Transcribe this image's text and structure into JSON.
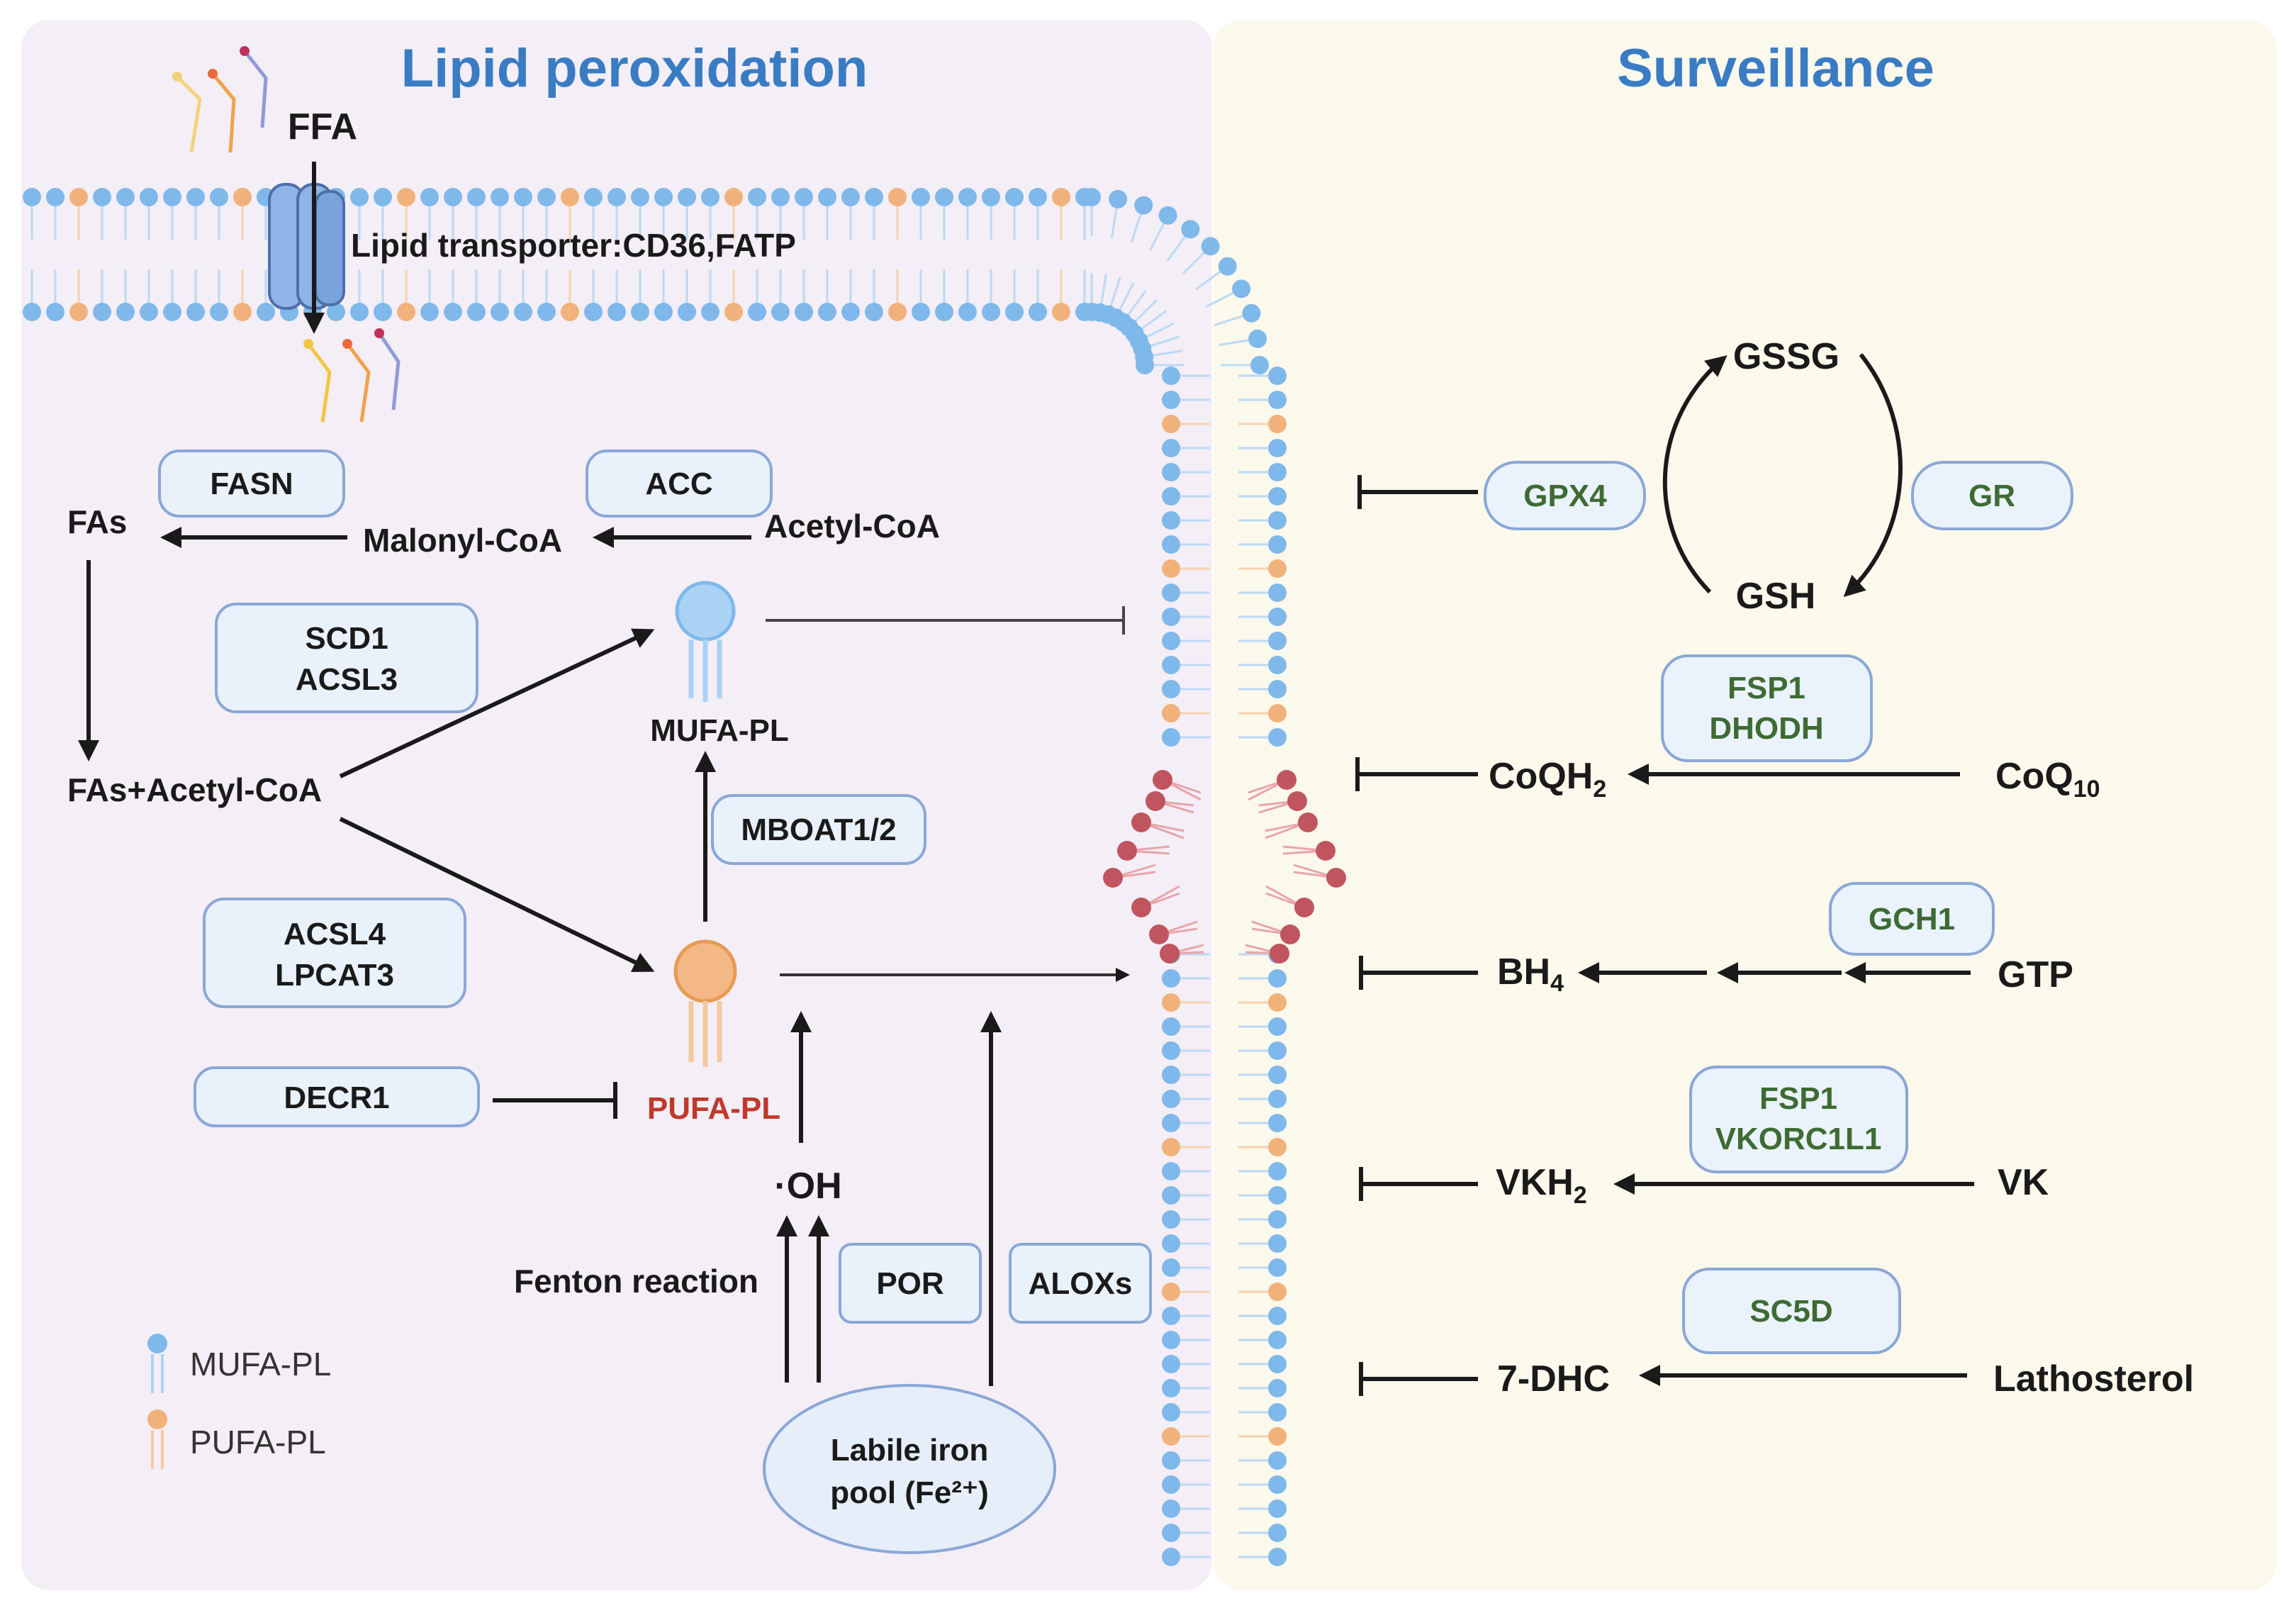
{
  "titles": {
    "left": "Lipid peroxidation",
    "right": "Surveillance"
  },
  "left_panel": {
    "ffa": "FFA",
    "transporter": "Lipid transporter:CD36,FATP",
    "fasn": "FASN",
    "acc": "ACC",
    "fas": "FAs",
    "malonyl": "Malonyl-CoA",
    "acetyl": "Acetyl-CoA",
    "scd1": "SCD1",
    "acsl3": "ACSL3",
    "fas_acetyl": "FAs+Acetyl-CoA",
    "mufa_pl": "MUFA-PL",
    "mboat": "MBOAT1/2",
    "acsl4": "ACSL4",
    "lpcat3": "LPCAT3",
    "decr1": "DECR1",
    "pufa_pl": "PUFA-PL",
    "oh": "·OH",
    "fenton": "Fenton reaction",
    "por": "POR",
    "aloxs": "ALOXs",
    "iron_line1": "Labile iron",
    "iron_line2": "pool (Fe²⁺)"
  },
  "legend": {
    "mufa": "MUFA-PL",
    "pufa": "PUFA-PL"
  },
  "right_panel": {
    "gssg": "GSSG",
    "gsh": "GSH",
    "gpx4": "GPX4",
    "gr": "GR",
    "fsp1_a": "FSP1",
    "dhodh": "DHODH",
    "coqh2_base": "CoQH",
    "coqh2_sub": "2",
    "coq10_base": "CoQ",
    "coq10_sub": "10",
    "gch1": "GCH1",
    "bh4_base": "BH",
    "bh4_sub": "4",
    "gtp": "GTP",
    "fsp1_b": "FSP1",
    "vkorc1l1": "VKORC1L1",
    "vkh2_base": "VKH",
    "vkh2_sub": "2",
    "vk": "VK",
    "sc5d": "SC5D",
    "dhc7": "7-DHC",
    "lathosterol": "Lathosterol"
  },
  "colors": {
    "left_bg": "#f4eef6",
    "right_bg": "#fbf8ec",
    "title_blue": "#3a7cc4",
    "mufa_head": "#7fb8ea",
    "pufa_head": "#f0b27a",
    "oxidized_head": "#c0555f",
    "enzyme_green": "#3e6b33",
    "pufa_red": "#c0392b",
    "box_fill": "#e9f1fb",
    "box_border": "#8aa7d6"
  }
}
